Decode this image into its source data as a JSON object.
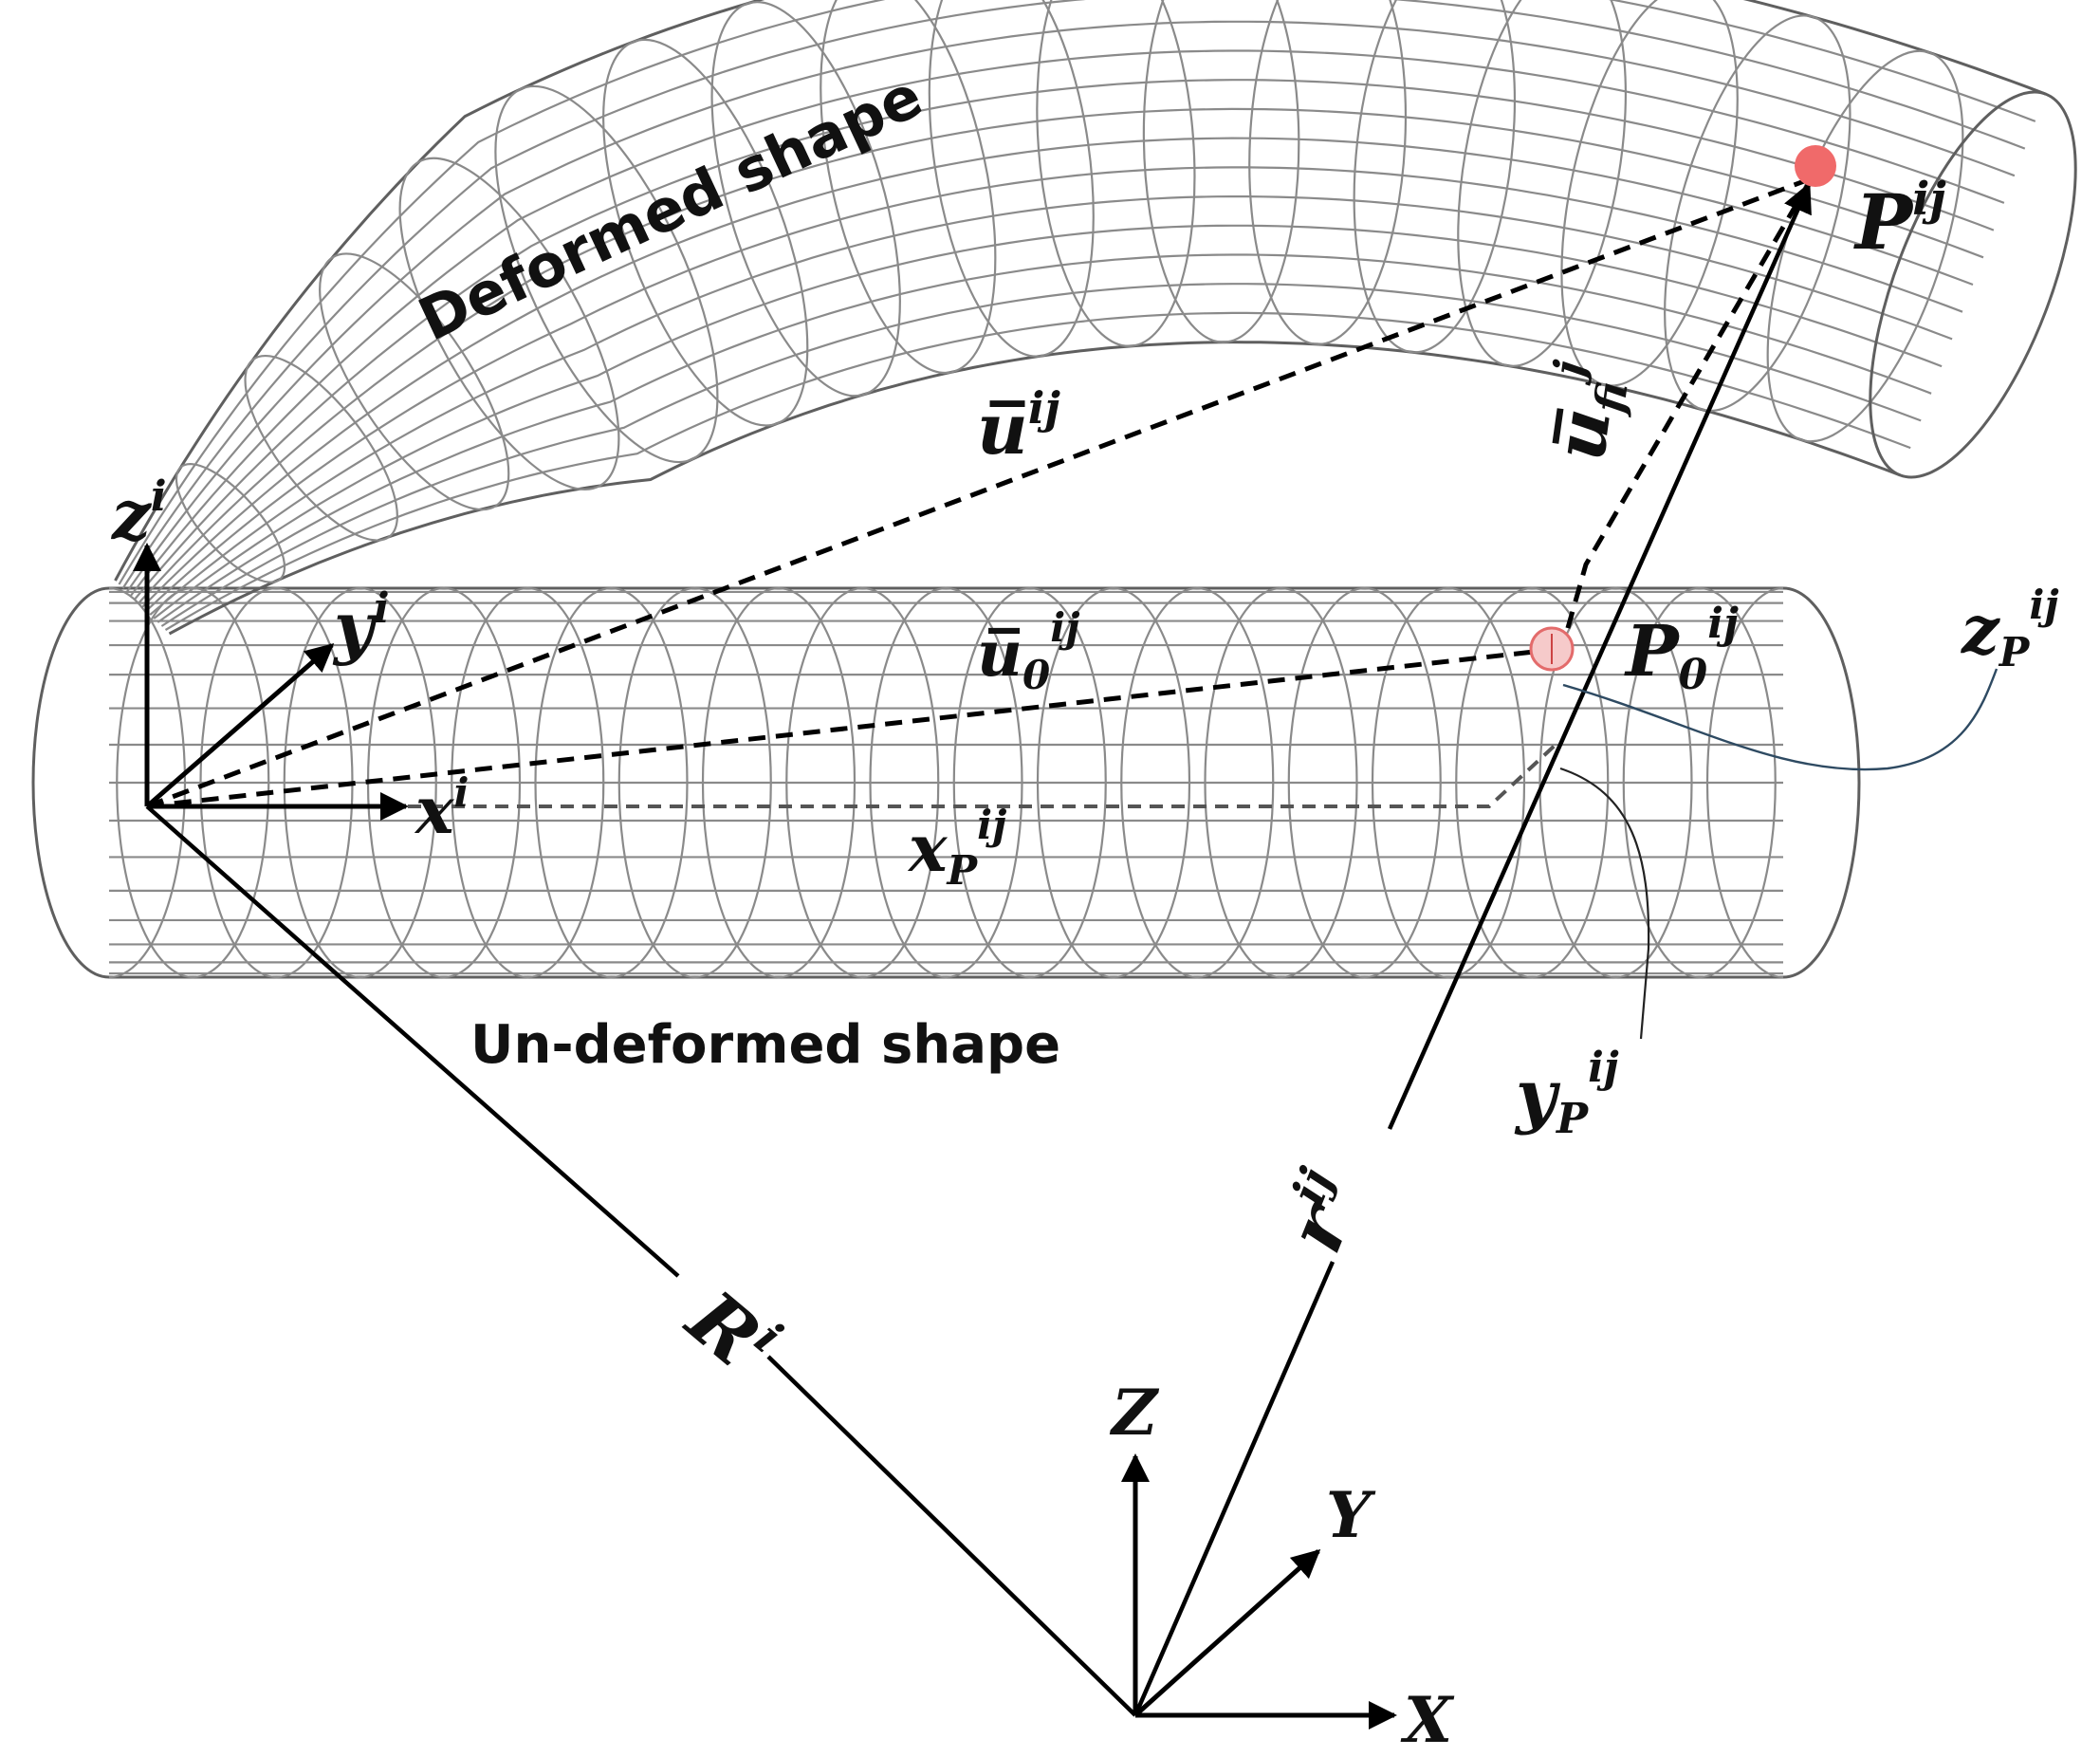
{
  "captions": {
    "deformed": "Deformed shape",
    "undeformed": "Un-deformed shape"
  },
  "labels": {
    "z_i": {
      "base": "z",
      "sup": "i"
    },
    "y_i": {
      "base": "y",
      "sup": "i"
    },
    "x_i": {
      "base": "x",
      "sup": "i"
    },
    "u_ij": {
      "base": "u̅",
      "sup": "ij"
    },
    "u0_ij": {
      "base": "u̅",
      "sub": "0",
      "sup": "ij"
    },
    "uf_ij": {
      "base": "u̅",
      "sub": "f",
      "sup": "ij"
    },
    "xp_ij": {
      "base": "x",
      "sub": "P",
      "sup": "ij"
    },
    "yp_ij": {
      "base": "y",
      "sub": "P",
      "sup": "ij"
    },
    "zp_ij": {
      "base": "z",
      "sub": "P",
      "sup": "ij"
    },
    "P_ij": {
      "base": "P",
      "sup": "ij"
    },
    "P0_ij": {
      "base": "P",
      "sub": "0",
      "sup": "ij"
    },
    "r_ij": {
      "base": "r",
      "sup": "ij"
    },
    "R_i": {
      "base": "R",
      "sup": "i"
    },
    "Z": {
      "base": "Z"
    },
    "Y": {
      "base": "Y"
    },
    "X": {
      "base": "X"
    }
  },
  "colors": {
    "mesh": "#8a8a8a",
    "point_deformed": "#f06a6a",
    "point_undeformed": "#e36b6b"
  }
}
